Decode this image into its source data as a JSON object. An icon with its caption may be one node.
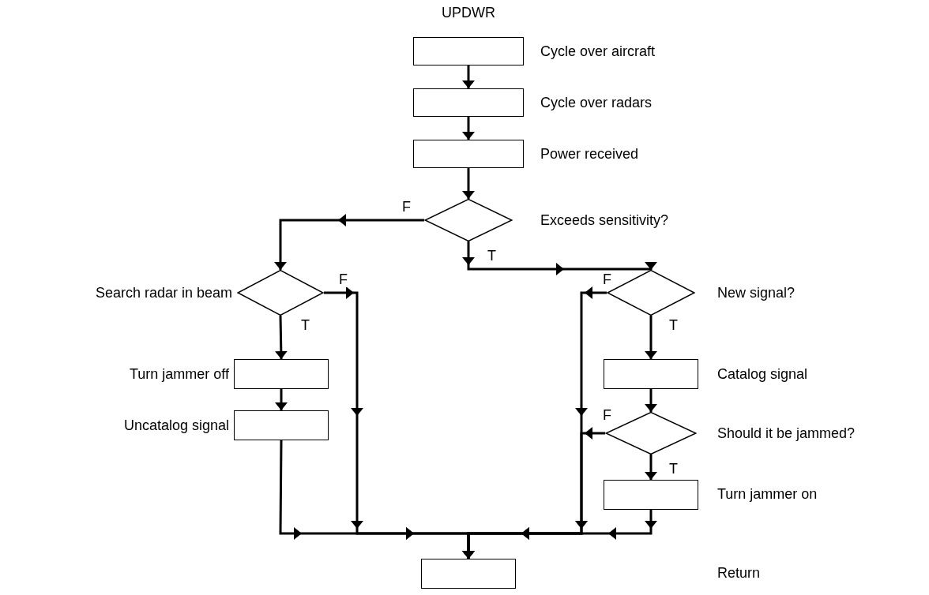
{
  "diagram": {
    "title": "UPDWR",
    "nodes": [
      {
        "text": [],
        "shape": "box",
        "beside": [
          "Cycle over aircraft"
        ]
      },
      {
        "text": [],
        "shape": "box",
        "beside": [
          "Cycle over radars"
        ]
      },
      {
        "text": [],
        "shape": "box",
        "beside": [
          "Power received"
        ]
      },
      {
        "text": [],
        "shape": "diamond",
        "beside": [
          "Exceeds sensitivity?"
        ]
      },
      {
        "text": [],
        "shape": "diamond",
        "beside": [
          "Search radar in beam"
        ]
      },
      {
        "text": [],
        "shape": "box",
        "beside": [
          "Turn jammer off"
        ]
      },
      {
        "text": [],
        "shape": "box",
        "beside": [
          "Uncatalog signal"
        ]
      },
      {
        "text": [],
        "shape": "diamond",
        "beside": [
          "New signal?"
        ]
      },
      {
        "text": [],
        "shape": "box",
        "beside": [
          "Catalog signal"
        ]
      },
      {
        "text": [],
        "shape": "diamond",
        "beside": [
          "Should it be jammed?"
        ]
      },
      {
        "text": [],
        "shape": "box",
        "beside": [
          "Turn jammer on"
        ]
      },
      {
        "text": [],
        "shape": "box"
      }
    ],
    "labels": [
      "Return"
    ],
    "edges": [
      {
        "from": 0,
        "to": 1,
        "arrow": "to"
      },
      {
        "from": 1,
        "to": 2,
        "arrow": "to"
      },
      {
        "from": 2,
        "to": 3,
        "arrow": "to"
      },
      {
        "from": 3,
        "to": 4,
        "arrow": "to",
        "label": "F"
      },
      {
        "from": 3,
        "to": 7,
        "arrow": "to",
        "label": "T"
      },
      {
        "from": 4,
        "to": 5,
        "arrow": "to",
        "label": "T"
      },
      {
        "from": 5,
        "to": 6,
        "arrow": "to"
      },
      {
        "from": 4,
        "to": 11,
        "arrow": "to",
        "label": "F"
      },
      {
        "from": 6,
        "to": 11,
        "arrow": "to"
      },
      {
        "from": 7,
        "to": 8,
        "arrow": "to",
        "label": "T"
      },
      {
        "from": 8,
        "to": 9,
        "arrow": "to"
      },
      {
        "from": 9,
        "to": 10,
        "arrow": "to",
        "label": "T"
      },
      {
        "from": 7,
        "to": 11,
        "arrow": "to",
        "label": "F"
      },
      {
        "from": 9,
        "to": 11,
        "arrow": "to",
        "label": "F"
      },
      {
        "from": 10,
        "to": 11,
        "arrow": "to"
      }
    ]
  }
}
